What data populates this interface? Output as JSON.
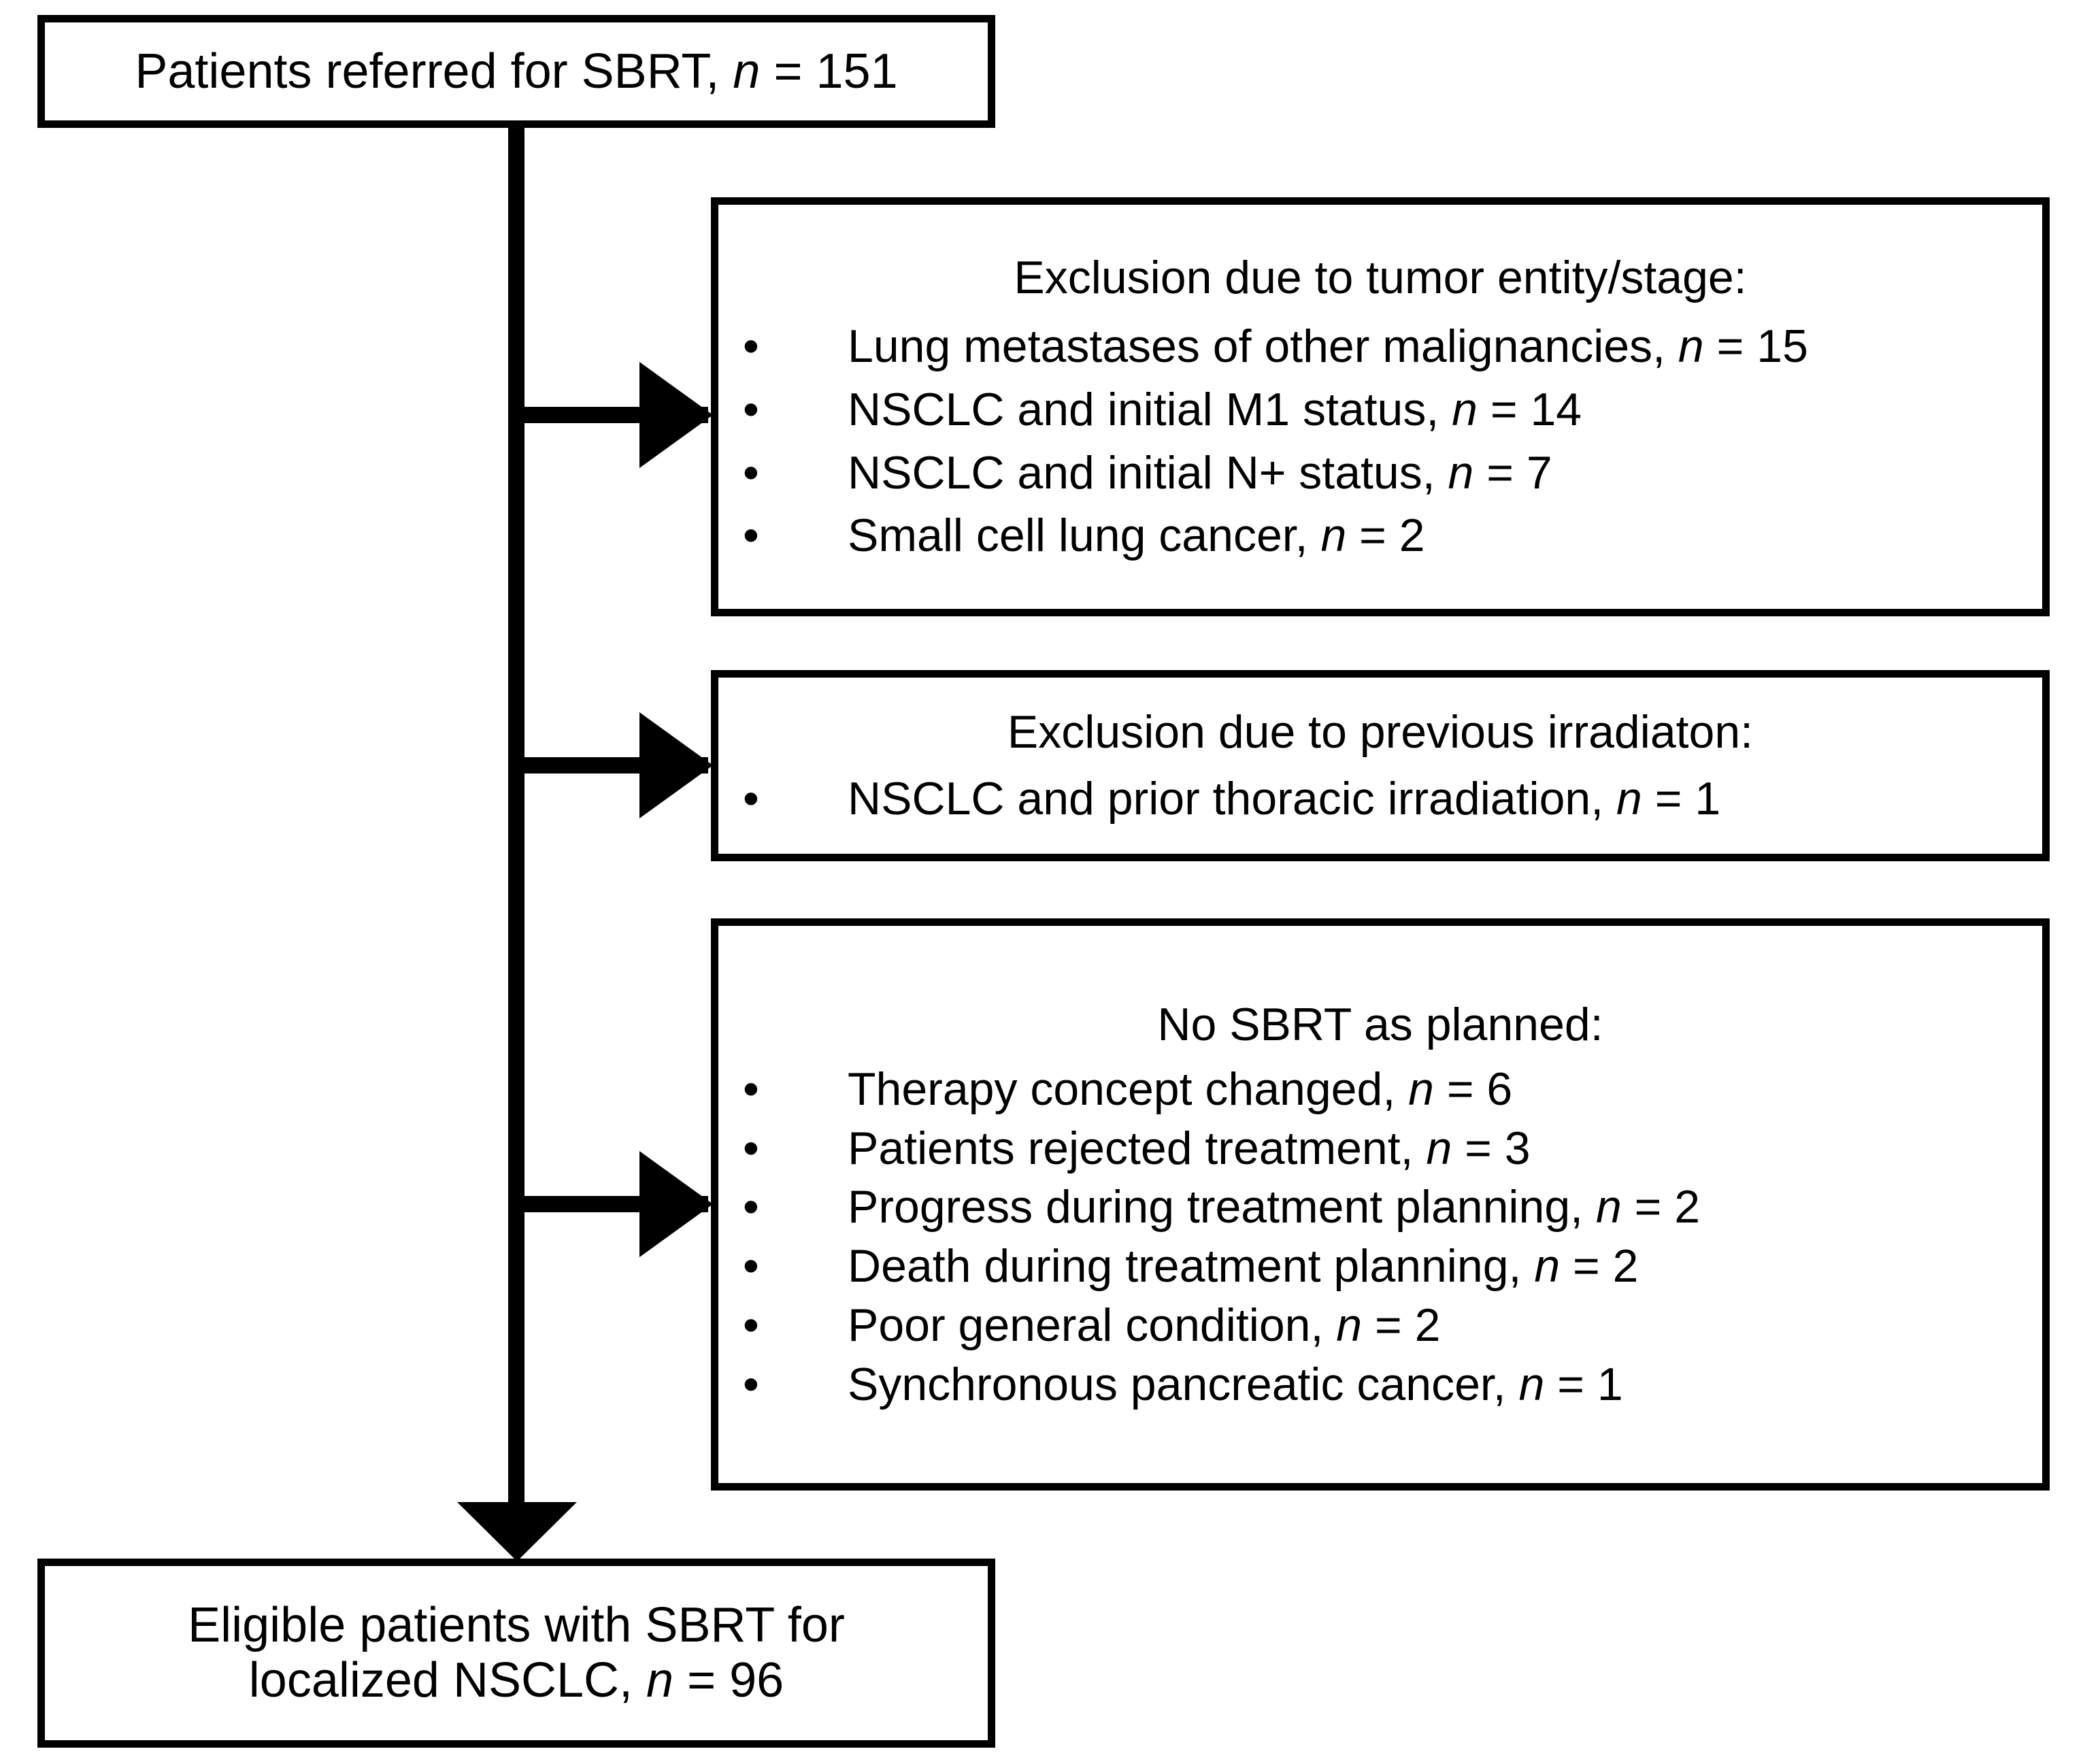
{
  "figure": {
    "type": "flowchart",
    "orientation": "vertical-trunk-with-right-branches",
    "stroke_color": "#000000",
    "background_color": "#ffffff"
  },
  "top_box": {
    "text_prefix": "Patients referred for SBRT, ",
    "n_variable": "n",
    "text_suffix": " = 151",
    "count": 151
  },
  "exclusion_boxes": [
    {
      "heading": "Exclusion due to tumor entity/stage:",
      "items": [
        {
          "bullet": "•",
          "label": "Lung metastases of other malignancies, ",
          "n_variable": "n",
          "value": " = 15",
          "count": 15
        },
        {
          "bullet": "•",
          "label": "NSCLC and initial M1 status, ",
          "n_variable": "n",
          "value": " = 14",
          "count": 14
        },
        {
          "bullet": "•",
          "label": "NSCLC and initial N+ status, ",
          "n_variable": "n",
          "value": " = 7",
          "count": 7
        },
        {
          "bullet": "•",
          "label": "Small cell lung cancer, ",
          "n_variable": "n",
          "value": " = 2",
          "count": 2
        }
      ]
    },
    {
      "heading": "Exclusion due to previous irradiaton:",
      "items": [
        {
          "bullet": "•",
          "label": "NSCLC and prior thoracic irradiation, ",
          "n_variable": "n",
          "value": " = 1",
          "count": 1
        }
      ]
    },
    {
      "heading": "No SBRT as planned:",
      "items": [
        {
          "bullet": "•",
          "label": "Therapy concept changed, ",
          "n_variable": "n",
          "value": " = 6",
          "count": 6
        },
        {
          "bullet": "•",
          "label": "Patients rejected treatment, ",
          "n_variable": "n",
          "value": " = 3",
          "count": 3
        },
        {
          "bullet": "•",
          "label": "Progress during treatment planning, ",
          "n_variable": "n",
          "value": " = 2",
          "count": 2
        },
        {
          "bullet": "•",
          "label": "Death during treatment planning, ",
          "n_variable": "n",
          "value": " = 2",
          "count": 2
        },
        {
          "bullet": "•",
          "label": "Poor general condition, ",
          "n_variable": "n",
          "value": " = 2",
          "count": 2
        },
        {
          "bullet": "•",
          "label": "Synchronous pancreatic cancer, ",
          "n_variable": "n",
          "value": " = 1",
          "count": 1
        }
      ]
    }
  ],
  "bottom_box": {
    "line1": "Eligible patients with SBRT for",
    "line2_prefix": "localized NSCLC, ",
    "n_variable": "n",
    "line2_suffix": " = 96",
    "count": 96
  },
  "connectors": {
    "trunk_label": "main-vertical-trunk",
    "branch_arrow_labels": [
      "branch-arrow-to-exclusion-1",
      "branch-arrow-to-exclusion-2",
      "branch-arrow-to-exclusion-3"
    ],
    "terminal_arrow_label": "arrow-to-eligible-box"
  }
}
